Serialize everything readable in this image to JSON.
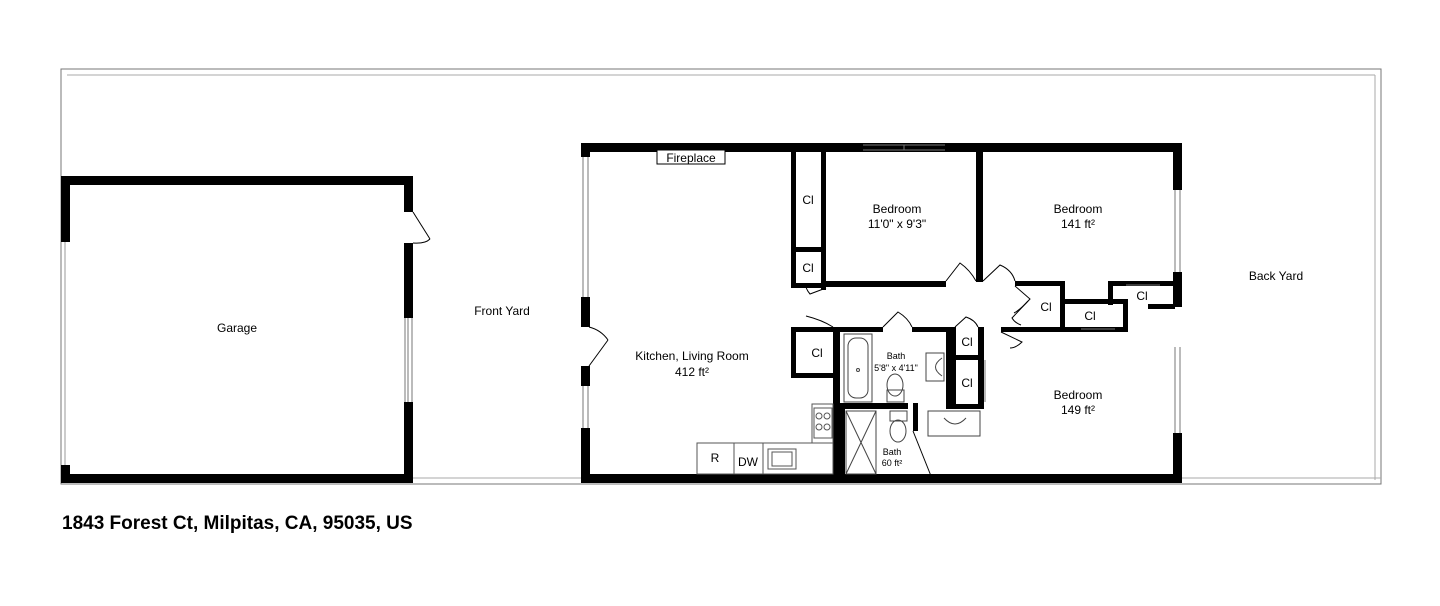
{
  "plan": {
    "yards": {
      "front": "Front Yard",
      "back": "Back Yard"
    },
    "rooms": {
      "garage": {
        "name": "Garage"
      },
      "kitchen_living": {
        "name": "Kitchen, Living Room",
        "area": "412 ft²"
      },
      "bedroom1": {
        "name": "Bedroom",
        "dims": "11'0\" x 9'3\""
      },
      "bedroom2": {
        "name": "Bedroom",
        "area": "141 ft²"
      },
      "bedroom3": {
        "name": "Bedroom",
        "area": "149 ft²"
      },
      "bath1": {
        "name": "Bath",
        "dims": "5'8\" x 4'11\""
      },
      "bath2": {
        "name": "Bath",
        "area": "60 ft²"
      }
    },
    "fixtures": {
      "fireplace": "Fireplace",
      "closet": "Cl",
      "refrigerator": "R",
      "dishwasher": "DW"
    }
  },
  "address": "1843 Forest Ct, Milpitas, CA, 95035, US"
}
